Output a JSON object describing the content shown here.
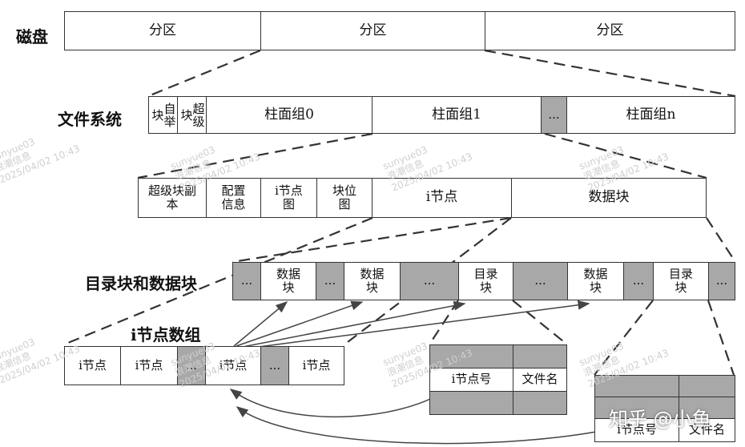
{
  "disk": {
    "label": "磁盘",
    "partitions": [
      "分区",
      "分区",
      "分区"
    ]
  },
  "fs": {
    "label": "文件系统",
    "boot": "自举块",
    "super": "超级块",
    "groups": [
      "柱面组0",
      "柱面组1",
      "...",
      "柱面组n"
    ]
  },
  "cg": {
    "items": [
      "超级块副本",
      "配置信息",
      "i节点图",
      "块位图",
      "i节点",
      "数据块"
    ]
  },
  "dirdata": {
    "label": "目录块和数据块",
    "cells": [
      "...",
      "数据块",
      "...",
      "数据块",
      "...",
      "目录块",
      "...",
      "数据块",
      "...",
      "目录块",
      "..."
    ]
  },
  "inode_array": {
    "label": "i节点数组",
    "cells": [
      "i节点",
      "i节点",
      "...",
      "i节点",
      "...",
      "i节点"
    ]
  },
  "dir_table": {
    "col1": "i节点号",
    "col2": "文件名"
  },
  "dir_table2": {
    "col1": "i节点号",
    "col2": "文件名"
  },
  "watermark": {
    "line1": "sunyue03",
    "line2": "浪潮信息",
    "line3": "2025/04/02 10:43"
  },
  "credit": "知乎 @小鱼"
}
